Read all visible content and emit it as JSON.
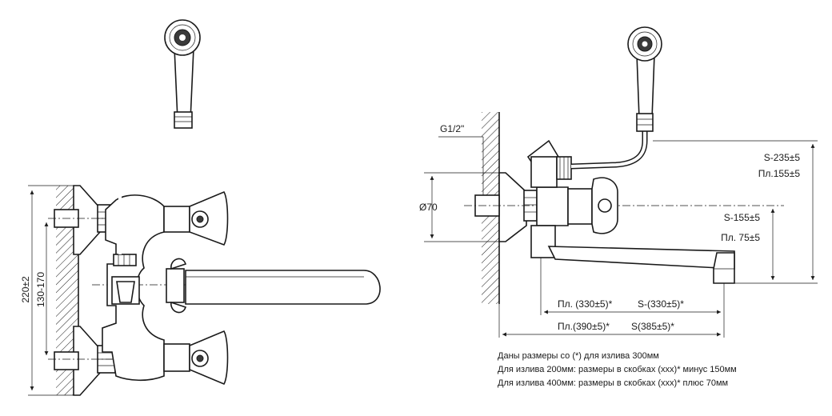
{
  "left_view": {
    "dim_height": "220±2",
    "dim_centers": "130-170"
  },
  "right_view": {
    "thread": "G1/2\"",
    "diameter": "Ø70",
    "dim_shower_s": "S-235±5",
    "dim_shower_pl": "Пл.155±5",
    "dim_spout_s": "S-155±5",
    "dim_spout_pl": "Пл. 75±5",
    "dim_reach_pl": "Пл. (330±5)*",
    "dim_reach_s": "S-(330±5)*",
    "dim_total_pl": "Пл.(390±5)*",
    "dim_total_s": "S(385±5)*"
  },
  "notes": [
    "Даны размеры со (*) для излива 300мм",
    "Для излива 200мм: размеры в скобках (xxx)* минус 150мм",
    "Для излива 400мм: размеры в скобках (xxx)* плюс 70мм"
  ]
}
